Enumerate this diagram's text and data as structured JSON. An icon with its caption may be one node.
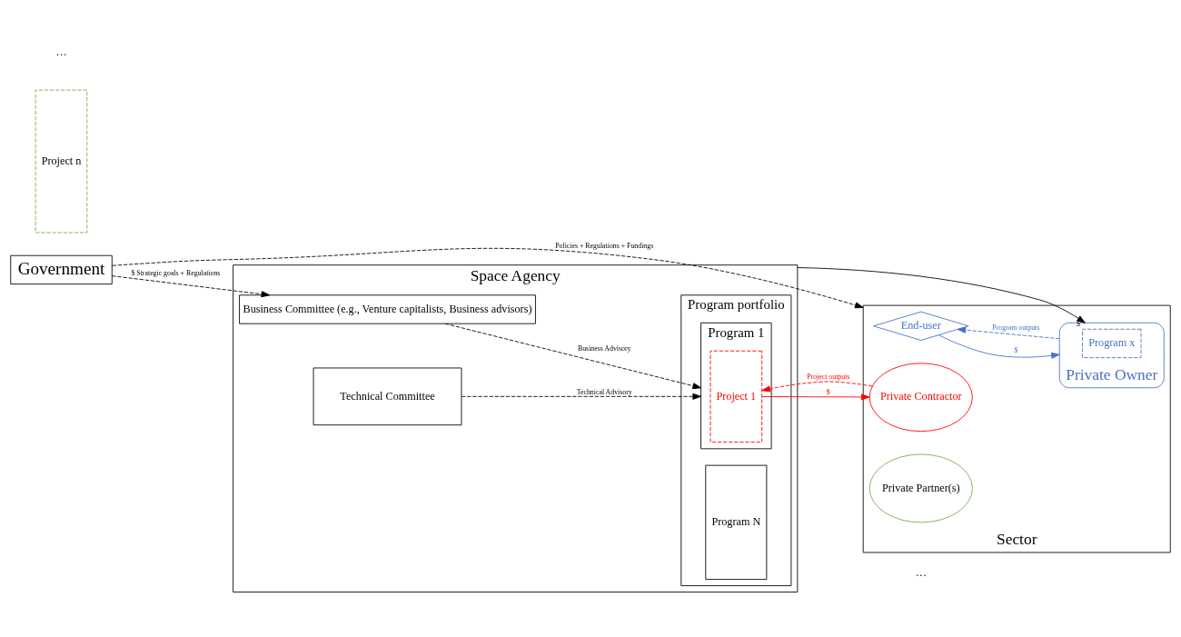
{
  "diagram": {
    "nodes": [
      {
        "text": [
          "Government"
        ]
      },
      {
        "text": [
          "Space Agency"
        ]
      },
      {
        "text": [
          "Business Committee (e.g., Venture capitalists, Business advisors)"
        ],
        "in": 1
      },
      {
        "text": [
          "Technical Committee"
        ],
        "in": 1
      },
      {
        "text": [
          "Program portfolio"
        ],
        "in": 1
      },
      {
        "text": [
          "Program 1"
        ],
        "in": 4
      },
      {
        "text": [
          "Project 1"
        ],
        "in": 5
      },
      {
        "text": [
          "Project n"
        ]
      },
      {
        "text": [
          "Program N"
        ],
        "in": 4
      },
      {
        "text": [
          "Sector"
        ]
      },
      {
        "text": [
          "End-user"
        ],
        "in": 9
      },
      {
        "text": [
          "Private Owner"
        ],
        "in": 9
      },
      {
        "text": [
          "Program x"
        ],
        "in": 11
      },
      {
        "text": [
          "Private Contractor"
        ],
        "in": 9
      },
      {
        "text": [
          "Private Partner(s)"
        ],
        "in": 9
      }
    ],
    "edges": [
      {
        "from": 0,
        "to": 2,
        "arrow": "to",
        "label": "$ Strategic goals + Regulations",
        "style": "dashed"
      },
      {
        "from": 0,
        "to": 9,
        "arrow": "to",
        "label": "Policies + Regulations + Fundings",
        "style": "dashed"
      },
      {
        "from": 2,
        "to": 5,
        "arrow": "to",
        "label": "Business Advisory",
        "style": "dashed"
      },
      {
        "from": 3,
        "to": 5,
        "arrow": "to",
        "label": "Technical Advisory",
        "style": "dashed"
      },
      {
        "from": 1,
        "to": 11,
        "arrow": "to",
        "label": "$"
      },
      {
        "from": 6,
        "to": 13,
        "arrow": "to",
        "label": "$",
        "color": "#ff0000"
      },
      {
        "from": 13,
        "to": 6,
        "arrow": "to",
        "label": "Project outputs",
        "style": "dashed",
        "color": "#ff0000"
      },
      {
        "from": 10,
        "to": 11,
        "arrow": "to",
        "label": "$",
        "color": "#4472c4"
      },
      {
        "from": 11,
        "to": 10,
        "arrow": "to",
        "label": "Program outputs",
        "style": "dashed",
        "color": "#4472c4"
      }
    ],
    "labels": [
      "…",
      "…"
    ]
  }
}
